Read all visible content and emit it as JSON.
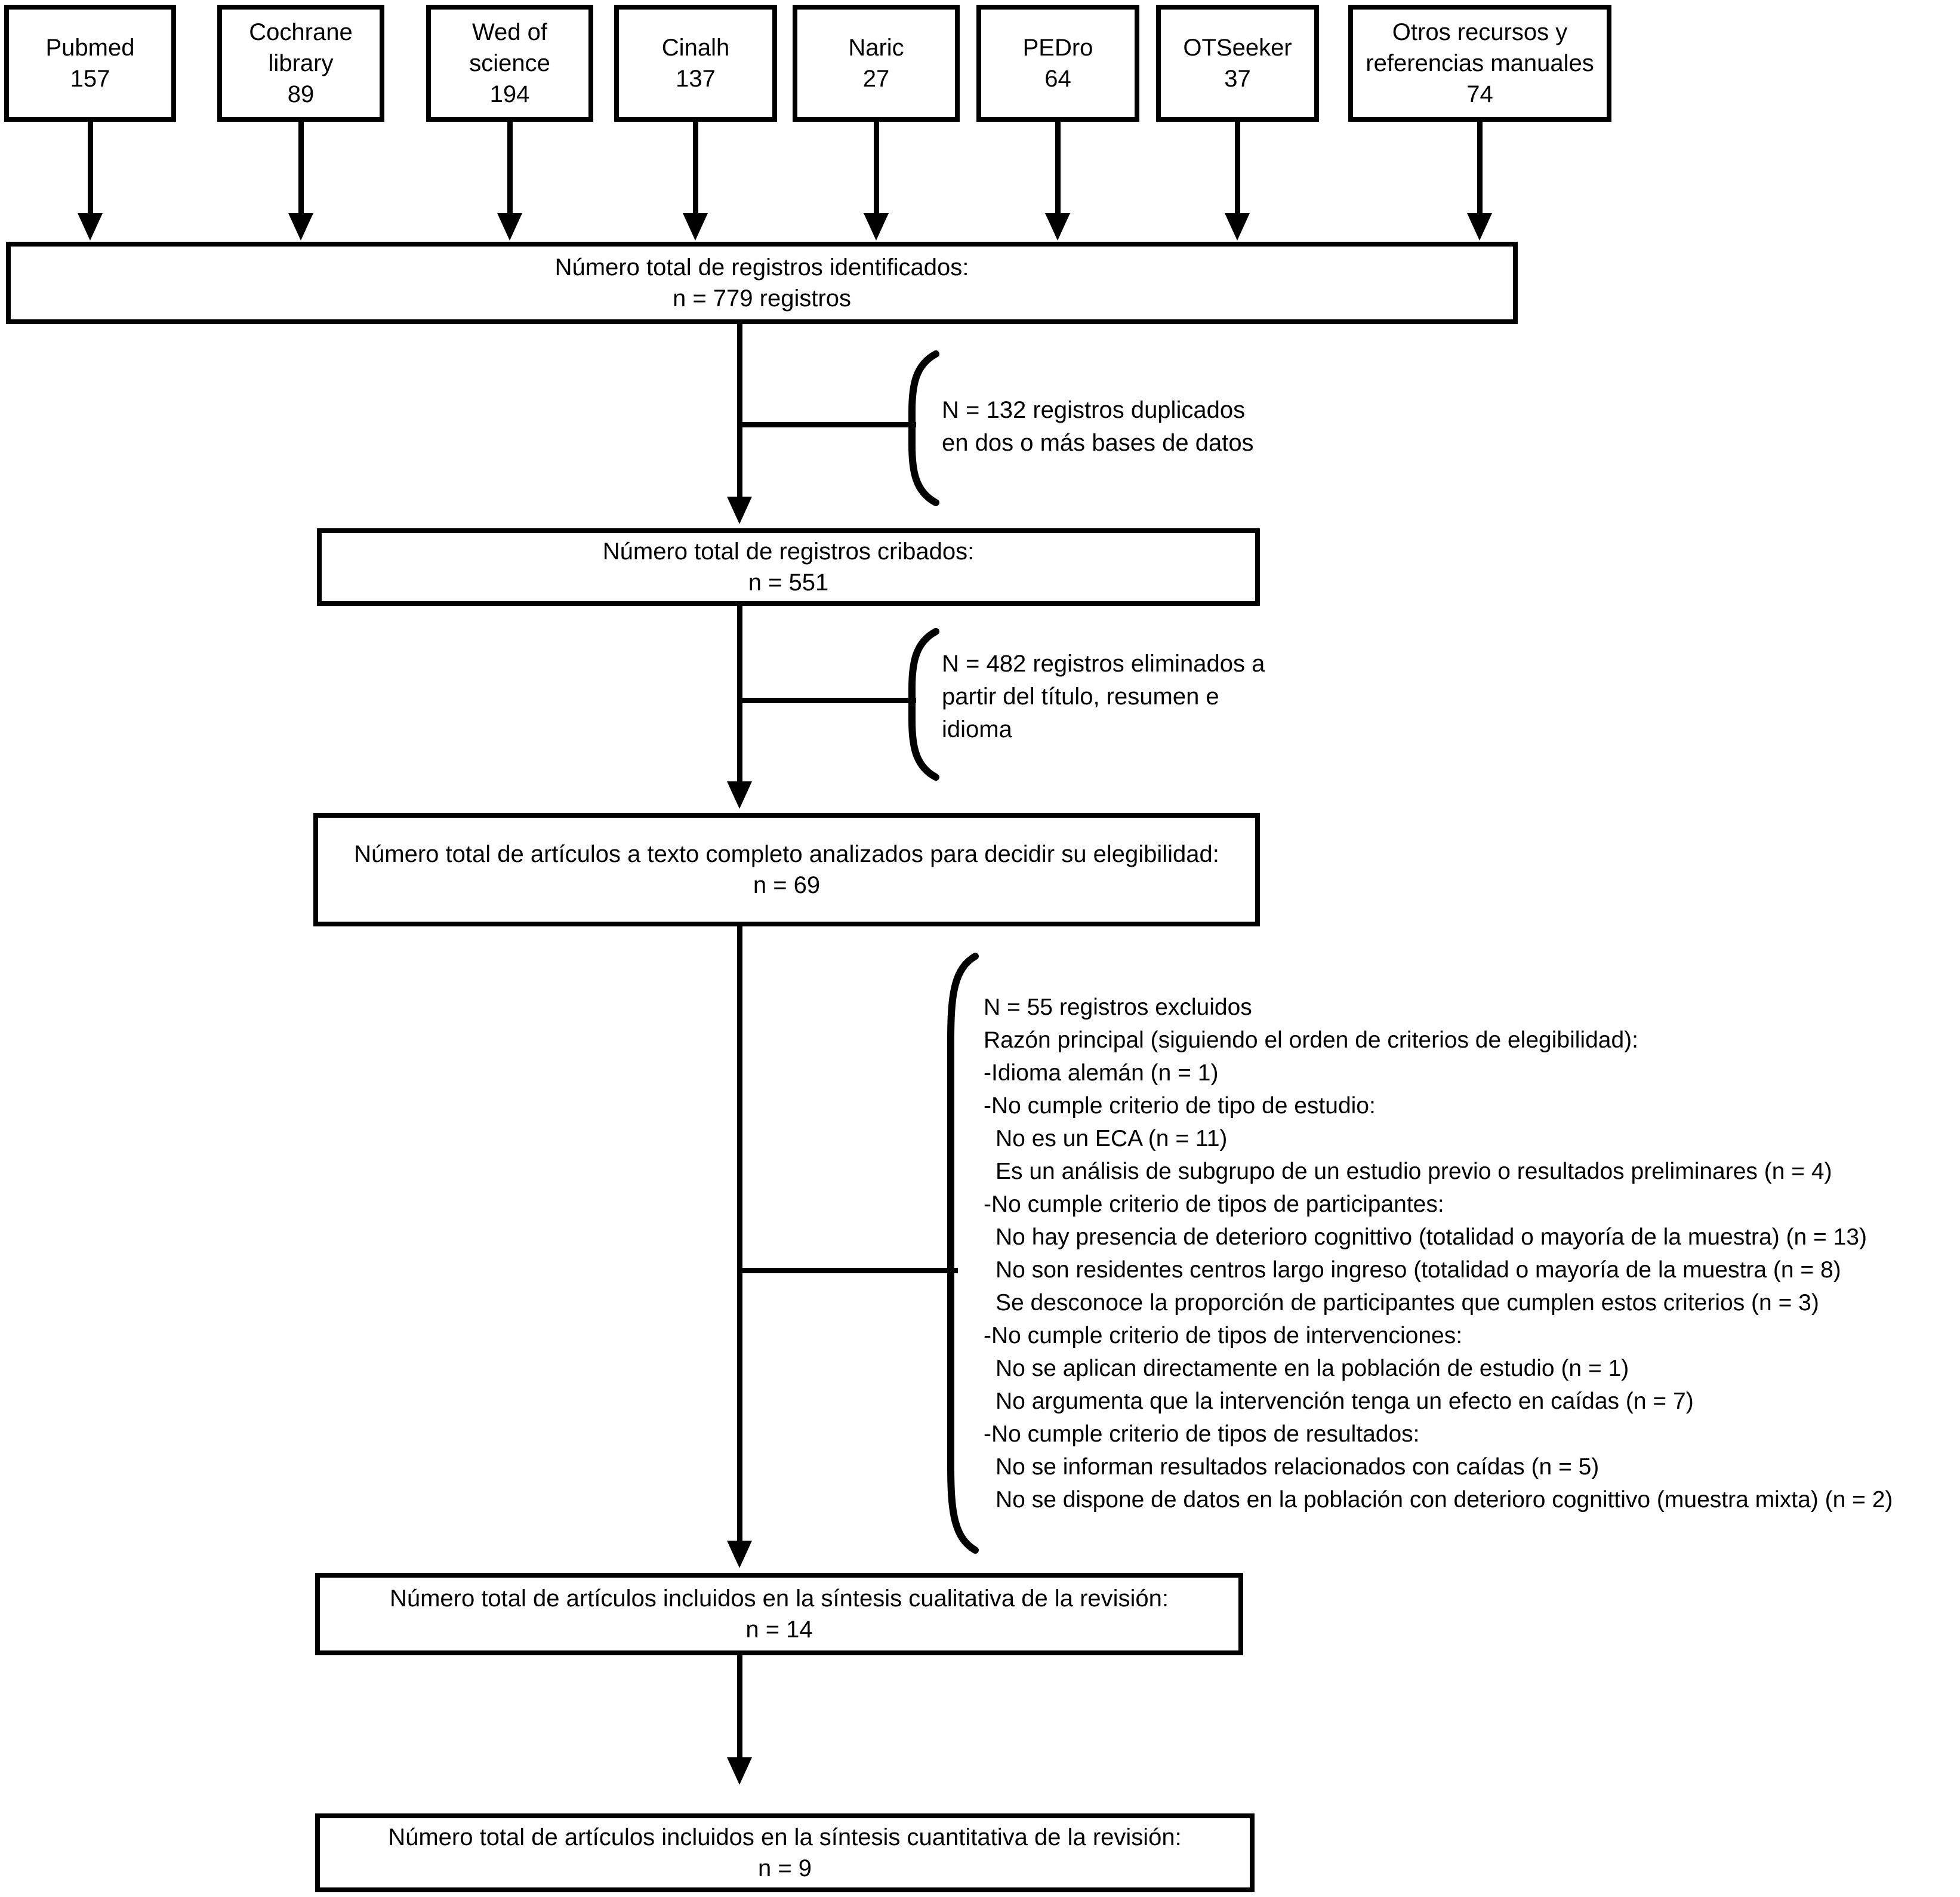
{
  "sources": [
    {
      "label": "Pubmed",
      "count": "157"
    },
    {
      "label": "Cochrane library",
      "count": "89"
    },
    {
      "label": "Wed of science",
      "count": "194"
    },
    {
      "label": "Cinalh",
      "count": "137"
    },
    {
      "label": "Naric",
      "count": "27"
    },
    {
      "label": "PEDro",
      "count": "64"
    },
    {
      "label": "OTSeeker",
      "count": "37"
    },
    {
      "label": "Otros recursos y referencias manuales",
      "count": "74"
    }
  ],
  "stages": {
    "identified": {
      "title": "Número total de registros identificados:",
      "count": "n = 779 registros"
    },
    "screened": {
      "title": "Número total de registros cribados:",
      "count": "n = 551"
    },
    "fulltext": {
      "title": "Número total de artículos a texto completo analizados para decidir su elegibilidad:",
      "count": "n = 69"
    },
    "qualitative": {
      "title": "Número total de artículos incluidos en la síntesis cualitativa de la revisión:",
      "count": "n = 14"
    },
    "quantitative": {
      "title": "Número total de artículos incluidos en la síntesis cuantitativa de la revisión:",
      "count": "n = 9"
    }
  },
  "notes": {
    "duplicates": {
      "lines": [
        "N = 132 registros duplicados",
        "en dos o más bases de datos"
      ]
    },
    "screen_out": {
      "lines": [
        "N = 482 registros eliminados a",
        "partir del título, resumen e",
        "idioma"
      ]
    },
    "excluded": {
      "lines": [
        "N = 55 registros excluidos",
        "Razón principal (siguiendo el orden de criterios de elegibilidad):",
        "-Idioma alemán (n = 1)",
        "-No cumple criterio de tipo de estudio:",
        "No es un ECA (n = 11)",
        "Es un análisis de subgrupo de un estudio previo o resultados preliminares (n = 4)",
        "-No cumple criterio de tipos de participantes:",
        "No hay presencia de deterioro cognittivo (totalidad o mayoría de la muestra) (n = 13)",
        "No son residentes centros largo ingreso (totalidad o mayoría de la muestra (n = 8)",
        "Se desconoce la proporción de participantes que cumplen estos criterios (n = 3)",
        "-No cumple criterio de tipos de intervenciones:",
        "No se aplican directamente en la población de estudio (n = 1)",
        "No argumenta que la intervención tenga un efecto en caídas (n = 7)",
        "-No cumple criterio de tipos de resultados:",
        "No se informan resultados relacionados con caídas (n = 5)",
        "No se dispone de datos en la población con deterioro cognittivo (muestra mixta) (n = 2)"
      ]
    }
  }
}
